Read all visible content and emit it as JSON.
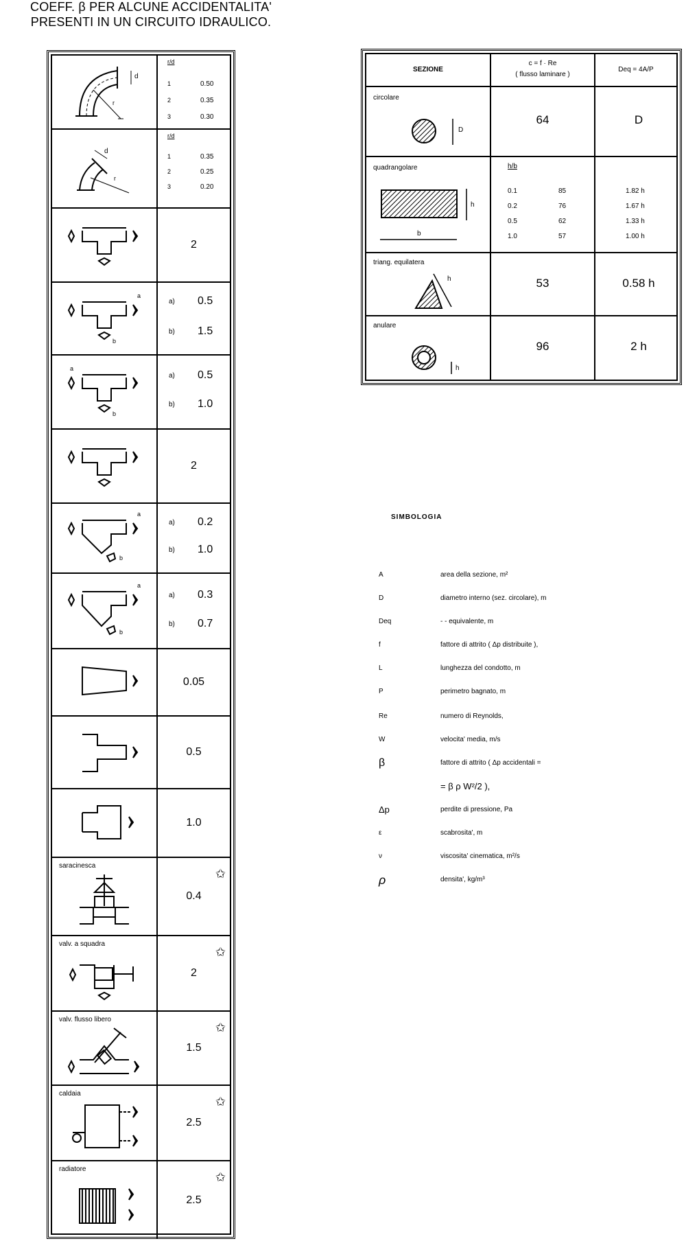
{
  "title": {
    "line1": "COEFF. β PER ALCUNE ACCIDENTALITA'",
    "line2": "PRESENTI IN UN CIRCUITO IDRAULICO."
  },
  "fittings": {
    "elbow1": {
      "header": "r/d",
      "rows": [
        {
          "r": "1",
          "v": "0.50"
        },
        {
          "r": "2",
          "v": "0.35"
        },
        {
          "r": "3",
          "v": "0.30"
        }
      ]
    },
    "elbow2": {
      "header": "r/d",
      "rows": [
        {
          "r": "1",
          "v": "0.35"
        },
        {
          "r": "2",
          "v": "0.25"
        },
        {
          "r": "3",
          "v": "0.20"
        }
      ]
    },
    "tee1": {
      "value": "2"
    },
    "tee2": {
      "a": "a)",
      "a_val": "0.5",
      "b": "b)",
      "b_val": "1.5"
    },
    "tee3": {
      "a": "a)",
      "a_val": "0.5",
      "b": "b)",
      "b_val": "1.0"
    },
    "tee4": {
      "value": "2"
    },
    "wye1": {
      "a": "a)",
      "a_val": "0.2",
      "b": "b)",
      "b_val": "1.0"
    },
    "wye2": {
      "a": "a)",
      "a_val": "0.3",
      "b": "b)",
      "b_val": "0.7"
    },
    "reducer": {
      "value": "0.05"
    },
    "expansion1": {
      "value": "0.5"
    },
    "expansion2": {
      "value": "1.0"
    },
    "gate_valve": {
      "label": "saracinesca",
      "value": "0.4"
    },
    "angle_valve": {
      "label": "valv. a squadra",
      "value": "2"
    },
    "free_valve": {
      "label": "valv. flusso libero",
      "value": "1.5"
    },
    "boiler": {
      "label": "caldaia",
      "value": "2.5"
    },
    "radiator": {
      "label": "radiatore",
      "value": "2.5"
    },
    "letters": {
      "a": "a",
      "b": "b",
      "d": "d",
      "r": "r"
    }
  },
  "sections": {
    "headers": {
      "col1": "SEZIONE",
      "col2_line1": "c = f · Re",
      "col2_line2": "( flusso laminare )",
      "col3": "Deq = 4A/P"
    },
    "circolare": {
      "label": "circolare",
      "c": "64",
      "deq": "D",
      "dim": "D"
    },
    "quadrangolare": {
      "label": "quadrangolare",
      "ratio_header": "h/b",
      "rows": [
        {
          "hb": "0.1",
          "c": "85",
          "deq": "1.82 h"
        },
        {
          "hb": "0.2",
          "c": "76",
          "deq": "1.67 h"
        },
        {
          "hb": "0.5",
          "c": "62",
          "deq": "1.33 h"
        },
        {
          "hb": "1.0",
          "c": "57",
          "deq": "1.00 h"
        }
      ],
      "dim_h": "h",
      "dim_b": "b"
    },
    "triangolare": {
      "label": "triang. equilatera",
      "c": "53",
      "deq": "0.58 h",
      "dim": "h"
    },
    "anulare": {
      "label": "anulare",
      "c": "96",
      "deq": "2 h",
      "dim": "h"
    }
  },
  "legend": {
    "title": "SIMBOLOGIA",
    "items": [
      {
        "k": "A",
        "v": "area della sezione,   m²"
      },
      {
        "k": "D",
        "v": "diametro interno (sez. circolare),   m"
      },
      {
        "k": "Deq",
        "v": "   -        -     equivalente,   m"
      },
      {
        "k": "f",
        "v": "fattore di attrito ( Δp distribuite ),"
      },
      {
        "k": "L",
        "v": "lunghezza del condotto,   m"
      },
      {
        "k": "P",
        "v": "perimetro bagnato,   m"
      },
      {
        "k": "Re",
        "v": "numero di Reynolds,"
      },
      {
        "k": "W",
        "v": "velocita' media,    m/s"
      },
      {
        "k": "β",
        "v": "fattore di attrito ( Δp accidentali ="
      },
      {
        "k": "",
        "v": "= β ρ W²/2 ),"
      },
      {
        "k": "Δp",
        "v": "perdite di pressione,    Pa"
      },
      {
        "k": "ε",
        "v": "scabrosita',   m"
      },
      {
        "k": "ν",
        "v": "viscosita' cinematica,   m²/s"
      },
      {
        "k": "ρ",
        "v": "densita',   kg/m³"
      }
    ]
  }
}
